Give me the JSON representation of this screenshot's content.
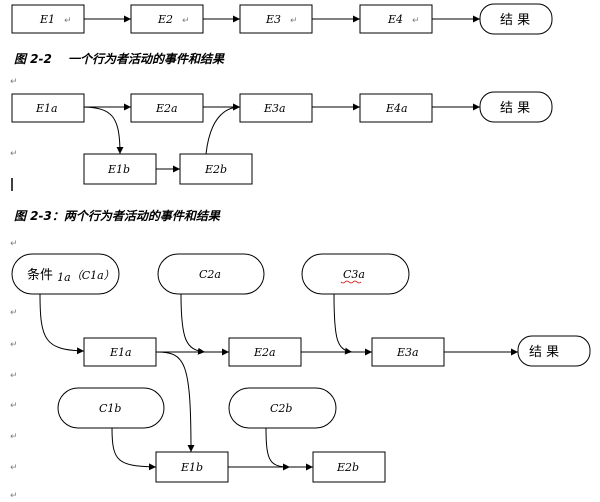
{
  "diagram1": {
    "nodes": {
      "e1": {
        "label": "E1",
        "sub": ""
      },
      "e2": {
        "label": "E2",
        "sub": ""
      },
      "e3": {
        "label": "E3",
        "sub": ""
      },
      "e4": {
        "label": "E4",
        "sub": ""
      },
      "result": {
        "label": "结 果"
      }
    },
    "caption": "图 2-2　 一个行为者活动的事件和结果"
  },
  "diagram2": {
    "nodes": {
      "e1a": {
        "label": "E1a"
      },
      "e2a": {
        "label": "E2a"
      },
      "e3a": {
        "label": "E3a"
      },
      "e4a": {
        "label": "E4a"
      },
      "e1b": {
        "label": "E1b"
      },
      "e2b": {
        "label": "E2b"
      },
      "result": {
        "label": "结 果"
      }
    },
    "caption": "图 2-3：两个行为者活动的事件和结果"
  },
  "diagram3": {
    "nodes": {
      "c1a": {
        "label_prefix": "条件 ",
        "label_sub": "1a",
        "label_paren": "（C1a）"
      },
      "c2a": {
        "label": "C2a"
      },
      "c3a": {
        "label": "C3a"
      },
      "e1a": {
        "label": "E1a"
      },
      "e2a": {
        "label": "E2a"
      },
      "e3a": {
        "label": "E3a"
      },
      "result": {
        "label": "结 果"
      },
      "c1b": {
        "label": "C1b"
      },
      "c2b": {
        "label": "C2b"
      },
      "e1b": {
        "label": "E1b"
      },
      "e2b": {
        "label": "E2b"
      }
    }
  },
  "paragraph_mark": "↵"
}
